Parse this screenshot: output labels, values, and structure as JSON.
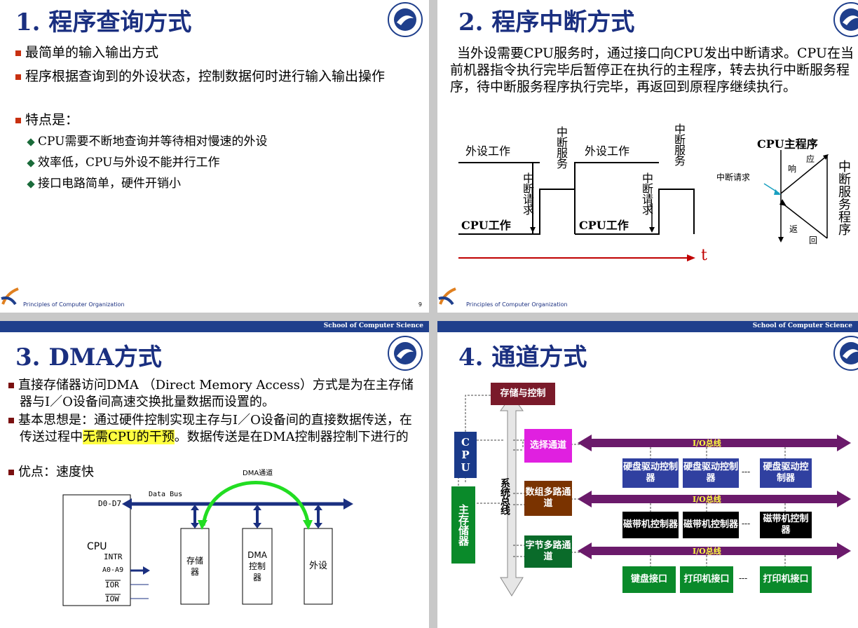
{
  "colors": {
    "title": "#1a2f80",
    "bar": "#1f3f8c",
    "bullet": "#c83010",
    "purple": "#6b1a6b",
    "magenta": "#e020e0",
    "blue_box": "#3040a0",
    "green": "#0a6b2a",
    "brown": "#7a3300"
  },
  "school": "School of Computer Science",
  "footer": "Principles of Computer Organization",
  "s1": {
    "title": "1. 程序查询方式",
    "page": "9",
    "bullets": [
      "最简单的输入输出方式",
      "程序根据查询到的外设状态，控制数据何时进行输入输出操作",
      "特点是："
    ],
    "subs": [
      "CPU需要不断地查询并等待相对慢速的外设",
      "效率低，CPU与外设不能并行工作",
      "接口电路简单，硬件开销小"
    ]
  },
  "s2": {
    "title": "2. 程序中断方式",
    "para": "当外设需要CPU服务时，通过接口向CPU发出中断请求。CPU在当前机器指令执行完毕后暂停正在执行的主程序，转去执行中断服务程序，待中断服务程序执行完毕，再返回到原程序继续执行。",
    "dev_work": "外设工作",
    "cpu_work": "CPU工作",
    "int_req_v": "中断请求",
    "int_svc_v": "中断服务",
    "t": "t",
    "cpu_main": "CPU主程序",
    "int_req": "中断请求",
    "resp1": "响",
    "resp2": "应",
    "ret1": "返",
    "ret2": "回",
    "int_svc_prog": "中断服务程序"
  },
  "s3": {
    "title": "3. DMA方式",
    "b1": "直接存储器访问DMA （Direct Memory Access）方式是为在主存储器与I／O设备间高速交换批量数据而设置的。",
    "b2_pre": "基本思想是：通过硬件控制实现主存与I／O设备间的直接数据传送，在传送过程中",
    "b2_hl": "无需CPU的干预",
    "b2_post": "。数据传送是在DMA控制器控制下进行的",
    "b3": "优点：速度快",
    "dma_channel": "DMA通道",
    "data_bus": "Data Bus",
    "d0d7": "D0-D7",
    "cpu": "CPU",
    "intr": "INTR",
    "a0a9": "A0-A9",
    "ior": "IOR",
    "iow": "IOW",
    "mem": "存储器",
    "dmac": "DMA控制器",
    "dev": "外设"
  },
  "s4": {
    "title": "4. 通道方式",
    "mem_ctrl": "存储与控制",
    "cpu": "CPU",
    "main_mem": "主存储器",
    "sys_bus": "系统总线",
    "sel_ch": "选择通道",
    "array_ch": "数组多路通道",
    "byte_ch": "字节多路通道",
    "io_bus": "I/O总线",
    "disk": "硬盘驱动控制器",
    "tape": "磁带机控制器",
    "kbd": "键盘接口",
    "printer": "打印机接口",
    "dots": "---"
  }
}
